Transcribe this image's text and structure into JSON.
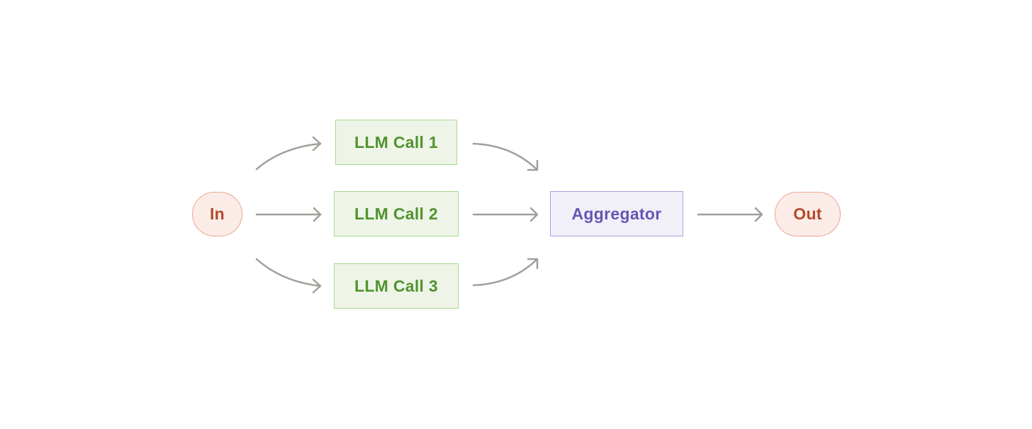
{
  "nodes": {
    "input": "In",
    "llm_call_1": "LLM Call 1",
    "llm_call_2": "LLM Call 2",
    "llm_call_3": "LLM Call 3",
    "aggregator": "Aggregator",
    "output": "Out"
  },
  "colors": {
    "terminal_fill": "#fbece8",
    "terminal_border": "#eba58f",
    "terminal_text": "#b44a29",
    "llm_fill": "#eef5e8",
    "llm_border": "#a6d98c",
    "llm_text": "#51932e",
    "aggregator_fill": "#f1f0f9",
    "aggregator_border": "#a9a1e0",
    "aggregator_text": "#6357b3",
    "arrow": "#a09f99"
  }
}
